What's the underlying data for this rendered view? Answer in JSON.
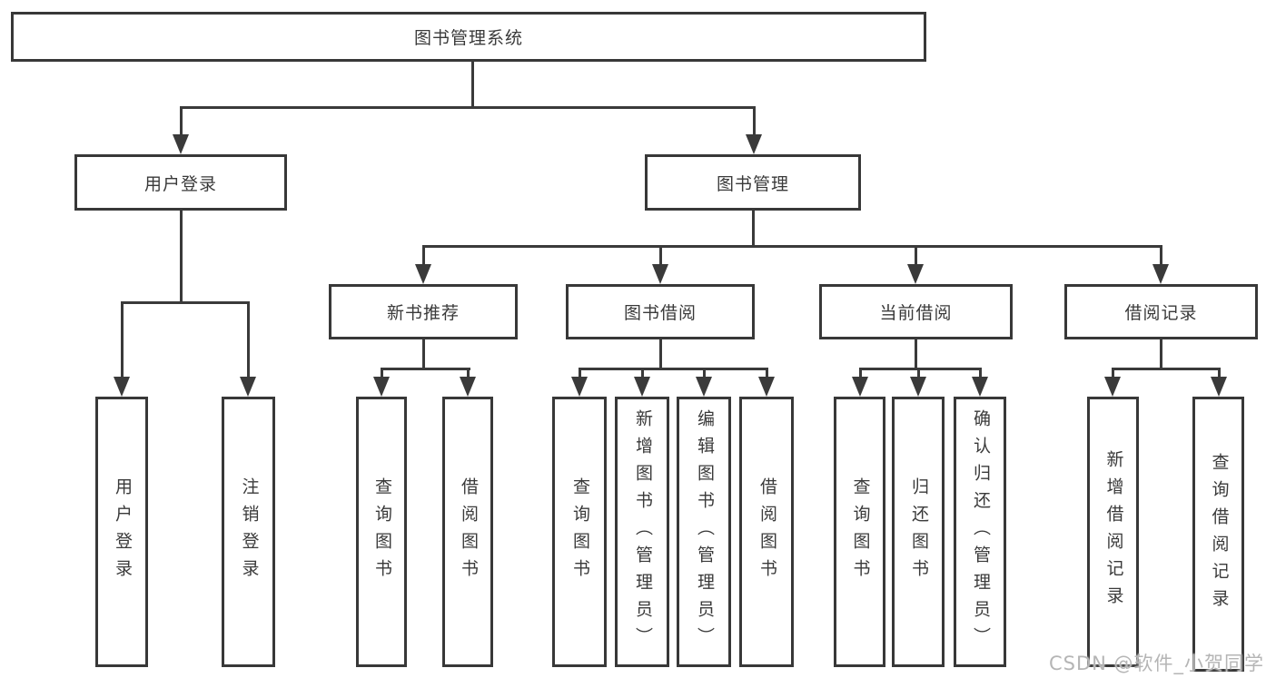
{
  "tree": {
    "root": {
      "label": "图书管理系统"
    },
    "children": [
      {
        "label": "用户登录",
        "children": [
          {
            "label": "用户登录"
          },
          {
            "label": "注销登录"
          }
        ]
      },
      {
        "label": "图书管理",
        "children": [
          {
            "label": "新书推荐",
            "children": [
              {
                "label": "查询图书"
              },
              {
                "label": "借阅图书"
              }
            ]
          },
          {
            "label": "图书借阅",
            "children": [
              {
                "label": "查询图书"
              },
              {
                "label": "新增图书（管理员）"
              },
              {
                "label": "编辑图书（管理员）"
              },
              {
                "label": "借阅图书"
              }
            ]
          },
          {
            "label": "当前借阅",
            "children": [
              {
                "label": "查询图书"
              },
              {
                "label": "归还图书"
              },
              {
                "label": "确认归还（管理员）"
              }
            ]
          },
          {
            "label": "借阅记录",
            "children": [
              {
                "label": "新增借阅记录"
              },
              {
                "label": "查询借阅记录"
              }
            ]
          }
        ]
      }
    ]
  },
  "watermark": {
    "text": "CSDN @软件_小贺同学"
  },
  "colors": {
    "line": "#3a3a3a",
    "box_border": "#383838",
    "text": "#3a3a3a",
    "watermark": "#b5b5b5",
    "background": "#ffffff"
  }
}
